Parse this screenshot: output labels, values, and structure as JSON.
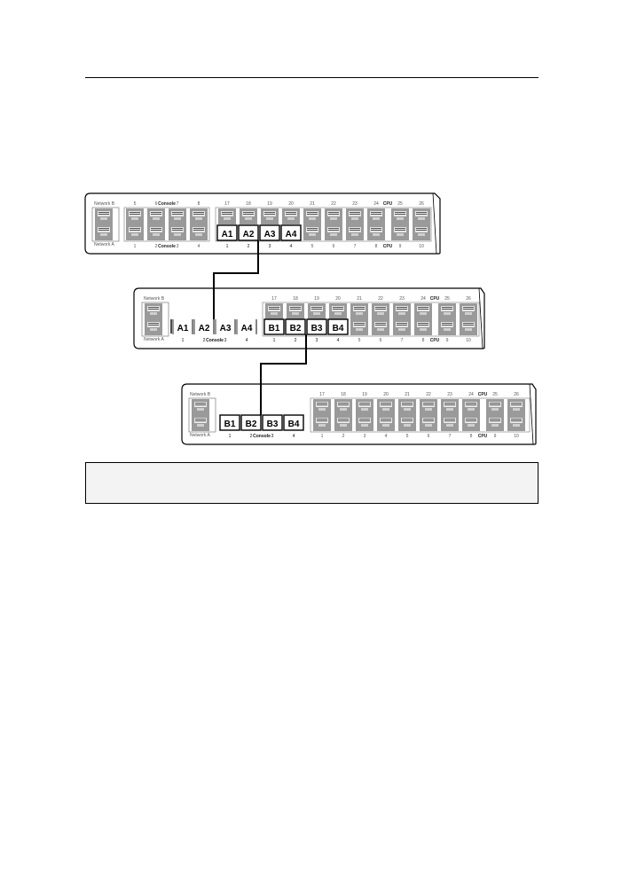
{
  "colors": {
    "rail": "#000000",
    "chassis_fill": "#ffffff",
    "port_fill": "#9a9a9a"
  },
  "icons": [
    "rj45-port-icon"
  ],
  "switches": [
    {
      "network_b": "Network B",
      "network_a": "Network A",
      "top_labels": [
        "5",
        "6",
        "Console",
        "7",
        "8",
        "17",
        "18",
        "19",
        "20",
        "21",
        "22",
        "23",
        "24",
        "CPU",
        "25",
        "26"
      ],
      "bottom_labels": [
        "1",
        "2",
        "Console",
        "3",
        "4",
        "1",
        "2",
        "3",
        "4",
        "5",
        "6",
        "7",
        "8",
        "CPU",
        "9",
        "10"
      ],
      "connectors": [
        "A1",
        "A2",
        "A3",
        "A4"
      ]
    },
    {
      "network_b": "Network B",
      "network_a": "Network A",
      "top_labels": [
        "17",
        "18",
        "19",
        "20",
        "21",
        "22",
        "23",
        "24",
        "CPU",
        "25",
        "26"
      ],
      "bottom_labels": [
        "1",
        "2",
        "Console",
        "3",
        "4",
        "1",
        "2",
        "3",
        "4",
        "5",
        "6",
        "7",
        "8",
        "CPU",
        "9",
        "10"
      ],
      "connectors_a": [
        "A1",
        "A2",
        "A3",
        "A4"
      ],
      "connectors_b": [
        "B1",
        "B2",
        "B3",
        "B4"
      ]
    },
    {
      "network_b": "Network B",
      "network_a": "Network A",
      "top_labels": [
        "17",
        "18",
        "19",
        "20",
        "21",
        "22",
        "23",
        "24",
        "CPU",
        "25",
        "26"
      ],
      "bottom_labels": [
        "1",
        "2",
        "Console",
        "3",
        "4",
        "1",
        "2",
        "3",
        "4",
        "5",
        "6",
        "7",
        "8",
        "CPU",
        "9",
        "10"
      ],
      "connectors_b": [
        "B1",
        "B2",
        "B3",
        "B4"
      ]
    }
  ]
}
